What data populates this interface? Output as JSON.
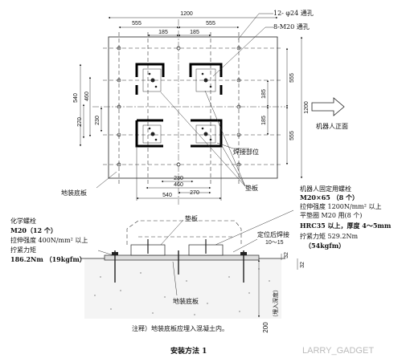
{
  "plan": {
    "dim_total_top": "1200",
    "dim_left_555": "555",
    "dim_right_555": "555",
    "dim_185_a": "185",
    "dim_185_b": "185",
    "dim_total_right": "1200",
    "dim_right_555_top": "555",
    "dim_right_555_bottom": "555",
    "dim_right_185_a": "185",
    "dim_right_185_b": "185",
    "dim_left_540": "540",
    "dim_left_460": "460",
    "dim_left_270": "270",
    "dim_left_230": "230",
    "dim_bottom_230": "230",
    "dim_bottom_460": "460",
    "dim_bottom_540": "540",
    "dim_bottom_270": "270",
    "label_holes": "12- φ24 通孔",
    "label_m20": "8-M20 通孔",
    "label_weld": "焊接部位",
    "label_pad": "垫板",
    "label_base": "地装底板",
    "label_front": "机器人正面"
  },
  "section": {
    "left_note": {
      "l1": "化学螺栓",
      "l2": "M20（12 个）",
      "l3": "拉伸强度 400N/mm² 以上",
      "l4": "拧紧力矩",
      "l5": "186.2Nm （19kgfm）"
    },
    "right_note": {
      "l1": "机器人固定用螺栓",
      "l2": "M20×65 （8 个）",
      "l3": "拉伸强度 1200N/mm² 以上",
      "l4": "平垫圈 M20 用(8 个)",
      "l5": "HRC35 以上，厚度 4～5mm",
      "l6": "拧紧力矩  529.2Nm",
      "l7": "（54kgfm）"
    },
    "label_pad": "垫板",
    "label_weld": "定位后焊接",
    "dim_10_15": "10～15",
    "dim_32_a": "32",
    "dim_32_b": "32",
    "label_base": "地装底板",
    "dim_200": "200",
    "dim_embed": "（埋入深度）"
  },
  "footer": {
    "note": "注释）地装底板应埋入混凝土内。",
    "caption": "安装方法 1",
    "watermark": "LARRY_GADGET"
  }
}
